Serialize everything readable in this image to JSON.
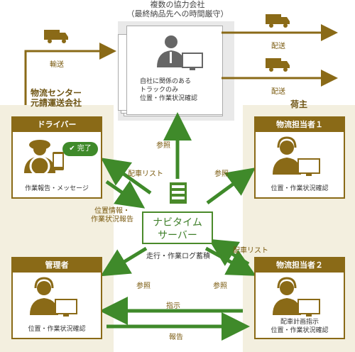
{
  "header": {
    "partners_line1": "複数の協力会社",
    "partners_line2": "（最終納品先への時間厳守）"
  },
  "partner_card": {
    "line1": "自社に関係のある",
    "line2": "トラックのみ",
    "line3": "位置・作業状況確認"
  },
  "labels": {
    "transport": "輸送",
    "delivery_top": "配送",
    "delivery_bottom": "配送",
    "logistics_line1": "物流センター",
    "logistics_line2": "元請運送会社",
    "shipper": "荷主",
    "ref_up": "参照",
    "dispatch_list_left": "配車リスト",
    "ref_right_top": "参照",
    "location_line1": "位置情報・",
    "location_line2": "作業状況報告",
    "dispatch_list_right": "配車リスト",
    "run_log": "走行・作業ログ蓄積",
    "ref_left_bottom": "参照",
    "ref_right_bottom": "参照",
    "instruction": "指示",
    "report": "報告"
  },
  "server": {
    "line1": "ナビタイム",
    "line2": "サーバー"
  },
  "driver_card": {
    "title": "ドライバー",
    "bubble": "完了",
    "caption": "作業報告・メッセージ"
  },
  "manager_card": {
    "title": "管理者",
    "caption": "位置・作業状況確認"
  },
  "staff1_card": {
    "title": "物流担当者１",
    "caption": "位置・作業状況確認"
  },
  "staff2_card": {
    "title": "物流担当者２",
    "caption1": "配車計画指示",
    "caption2": "位置・作業状況確認"
  },
  "colors": {
    "brown": "#8a6a17",
    "green": "#3f8a2a",
    "panel": "#f3efdf",
    "gray_panel": "#e9e9e9"
  }
}
